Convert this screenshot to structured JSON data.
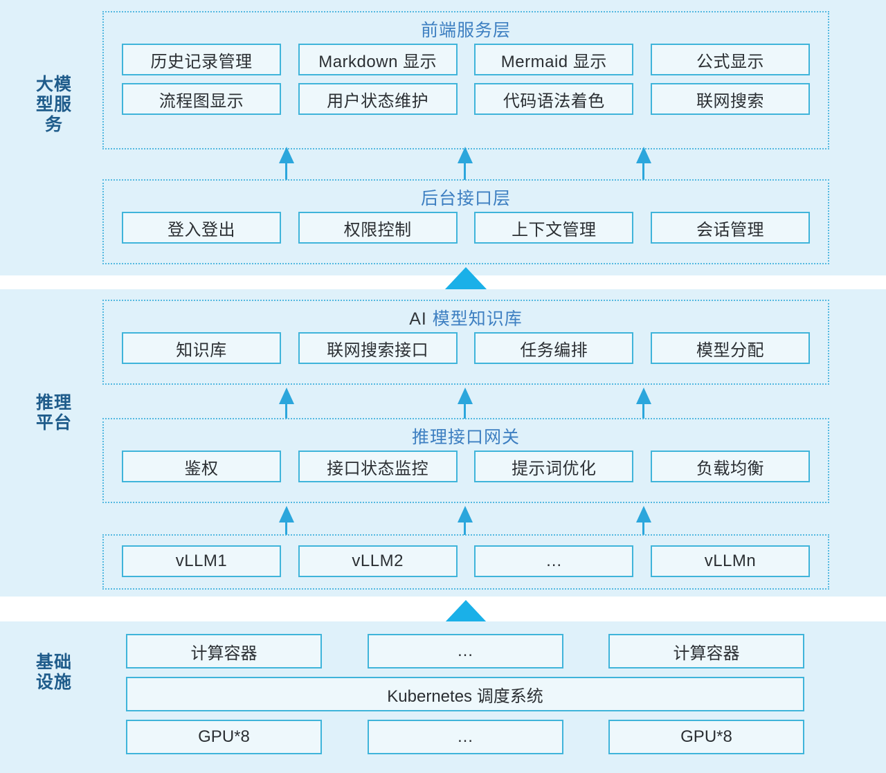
{
  "sections": [
    {
      "side_label": "大模型服务",
      "groups": [
        {
          "title": "前端服务层",
          "title_prefix": "",
          "rows": [
            [
              "历史记录管理",
              "Markdown 显示",
              "Mermaid 显示",
              "公式显示"
            ],
            [
              "流程图显示",
              "用户状态维护",
              "代码语法着色",
              "联网搜索"
            ]
          ]
        },
        {
          "title": "后台接口层",
          "title_prefix": "",
          "rows": [
            [
              "登入登出",
              "权限控制",
              "上下文管理",
              "会话管理"
            ]
          ]
        }
      ]
    },
    {
      "side_label": "推理平台",
      "groups": [
        {
          "title": "模型知识库",
          "title_prefix": "AI ",
          "rows": [
            [
              "知识库",
              "联网搜索接口",
              "任务编排",
              "模型分配"
            ]
          ]
        },
        {
          "title": "推理接口网关",
          "title_prefix": "",
          "rows": [
            [
              "鉴权",
              "接口状态监控",
              "提示词优化",
              "负载均衡"
            ]
          ]
        },
        {
          "title": "",
          "title_prefix": "",
          "rows": [
            [
              "vLLM1",
              "vLLM2",
              "…",
              "vLLMn"
            ]
          ]
        }
      ]
    },
    {
      "side_label": "基础设施",
      "infra_rows": [
        [
          "计算容器",
          "…",
          "计算容器"
        ],
        [
          "Kubernetes 调度系统"
        ],
        [
          "GPU*8",
          "…",
          "GPU*8"
        ]
      ]
    }
  ],
  "colors": {
    "band_background": "#dff1fa",
    "box_border": "#3fb4da",
    "box_fill": "#eef8fc",
    "group_border": "#52b8e0",
    "group_title": "#3d7fc1",
    "side_label": "#1f5c8b",
    "arrow": "#2ba6dc",
    "block_arrow": "#1ab0e8",
    "box_text": "#2b2f33"
  },
  "arrows": {
    "thin_label": "upward-flow-arrow",
    "block_label": "upward-block-arrow"
  }
}
